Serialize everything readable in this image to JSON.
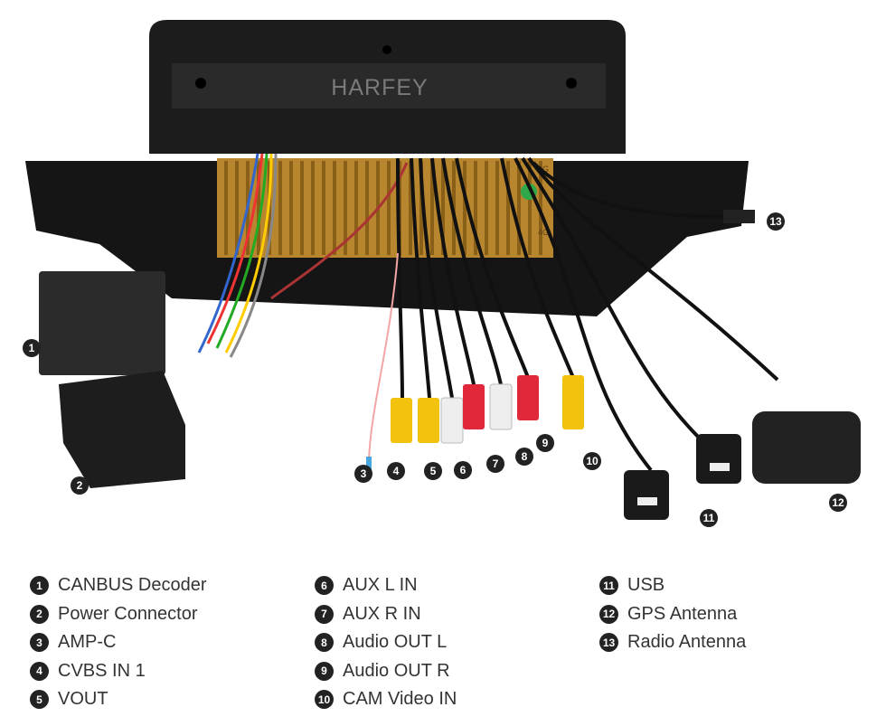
{
  "brand": "HARFEY",
  "board_marks": [
    "4G",
    "4G"
  ],
  "legend": [
    {
      "num": "1",
      "label": "CANBUS Decoder"
    },
    {
      "num": "2",
      "label": "Power Connector"
    },
    {
      "num": "3",
      "label": "AMP-C"
    },
    {
      "num": "4",
      "label": "CVBS IN 1"
    },
    {
      "num": "5",
      "label": "VOUT"
    },
    {
      "num": "6",
      "label": "AUX L IN"
    },
    {
      "num": "7",
      "label": "AUX R IN"
    },
    {
      "num": "8",
      "label": "Audio OUT L"
    },
    {
      "num": "9",
      "label": "Audio OUT R"
    },
    {
      "num": "10",
      "label": "CAM Video IN"
    },
    {
      "num": "11",
      "label": "USB"
    },
    {
      "num": "12",
      "label": "GPS Antenna"
    },
    {
      "num": "13",
      "label": "Radio Antenna"
    }
  ]
}
